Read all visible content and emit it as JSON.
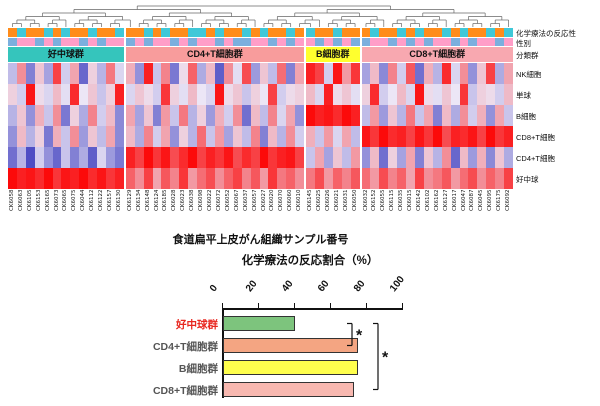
{
  "chart_data": [
    {
      "type": "heatmap",
      "xlabel": "食道扁平上皮がん組織サンプル番号",
      "rows": [
        "NK細胞",
        "単球",
        "B細胞",
        "CD8+T細胞",
        "CD4+T細胞",
        "好中球"
      ],
      "group_row_label": "分類群",
      "columns": [
        "CK6058",
        "CK6063",
        "CK6105",
        "CK6153",
        "CK6165",
        "CK6073",
        "CK6065",
        "CK6075",
        "CK6044",
        "CK6112",
        "CK6122",
        "CK6157",
        "CK6130",
        "CK6129",
        "CK6134",
        "CK6148",
        "CK6124",
        "CK6185",
        "CK6028",
        "CK6023",
        "CK6038",
        "CK6098",
        "CK6022",
        "CK6072",
        "CK6052",
        "CK6067",
        "CK6037",
        "CK6057",
        "CK6027",
        "CK6020",
        "CK6070",
        "CK6060",
        "CK6010",
        "CK6145",
        "CK6025",
        "CK6026",
        "CK6021",
        "CK6031",
        "CK6050",
        "CK6032",
        "CK6152",
        "CK6055",
        "CK6115",
        "CK6035",
        "CK6015",
        "CK6142",
        "CK6102",
        "CK6162",
        "CK6127",
        "CK6017",
        "CK6047",
        "CK6087",
        "CK6045",
        "CK6095",
        "CK6175",
        "CK6092"
      ],
      "column_groups": [
        {
          "label": "好中球群",
          "count": 13,
          "color": "#35C5BC"
        },
        {
          "label": "CD4+T細胞群",
          "count": 20,
          "color": "#F89C9C"
        },
        {
          "label": "B細胞群",
          "count": 6,
          "color": "#FFFF2E"
        },
        {
          "label": "CD8+T細胞群",
          "count": 17,
          "color": "#F8A8B0"
        }
      ],
      "annotation_rows": [
        {
          "label": "化学療法の反応性",
          "colors": [
            "#FF8C1A",
            "#3FC8D8"
          ],
          "values": [
            0,
            1,
            0,
            0,
            1,
            0,
            1,
            0,
            0,
            1,
            0,
            0,
            1,
            0,
            0,
            1,
            0,
            1,
            0,
            0,
            1,
            1,
            0,
            1,
            0,
            0,
            1,
            0,
            1,
            0,
            0,
            1,
            0,
            1,
            0,
            0,
            1,
            0,
            0,
            0,
            1,
            0,
            0,
            1,
            0,
            1,
            0,
            0,
            1,
            0,
            1,
            0,
            0,
            1,
            0,
            1
          ]
        },
        {
          "label": "性別",
          "colors": [
            "#FF9EC8",
            "#7BAFDE"
          ],
          "values": [
            1,
            0,
            0,
            1,
            0,
            1,
            0,
            0,
            1,
            0,
            1,
            0,
            0,
            1,
            0,
            1,
            0,
            0,
            1,
            0,
            1,
            0,
            0,
            1,
            0,
            1,
            1,
            0,
            0,
            1,
            0,
            1,
            0,
            0,
            1,
            0,
            1,
            0,
            1,
            1,
            0,
            0,
            1,
            0,
            1,
            0,
            1,
            0,
            0,
            1,
            0,
            1,
            0,
            0,
            1,
            0
          ]
        }
      ],
      "colorscale": {
        "low": "#3C3CBE",
        "mid": "#ECE6F6",
        "high": "#FC0A0A",
        "domain": [
          -2,
          2
        ]
      },
      "values": [
        [
          -0.5,
          0.8,
          -1.2,
          0.3,
          -0.8,
          1.5,
          -0.3,
          0.6,
          -1.5,
          0.2,
          -0.6,
          1.0,
          -0.2,
          0.5,
          -1.0,
          1.8,
          -0.4,
          0.9,
          -1.3,
          0.1,
          1.2,
          -0.7,
          0.4,
          -1.6,
          0.8,
          -0.1,
          1.4,
          -0.9,
          0.3,
          -0.5,
          1.1,
          -1.2,
          0.6,
          1.8,
          1.5,
          -0.3,
          1.9,
          0.7,
          1.6,
          -0.8,
          0.4,
          -1.1,
          0.9,
          -0.3,
          1.3,
          -1.4,
          0.5,
          -0.6,
          1.7,
          -0.2,
          0.8,
          -1.0,
          0.3,
          1.5,
          -0.7,
          0.6
        ],
        [
          0.2,
          -0.3,
          1.9,
          0.1,
          -0.2,
          0.4,
          -0.1,
          1.7,
          0.0,
          0.3,
          -0.4,
          0.2,
          1.8,
          -0.2,
          0.3,
          0.1,
          -0.3,
          1.6,
          0.2,
          -0.1,
          0.4,
          0.0,
          -0.2,
          1.9,
          0.1,
          0.3,
          -0.4,
          0.2,
          0.0,
          1.5,
          -0.3,
          0.1,
          0.2,
          0.4,
          -0.2,
          1.8,
          0.1,
          0.3,
          -0.1,
          0.2,
          1.7,
          -0.3,
          0.0,
          0.4,
          -0.2,
          1.9,
          0.1,
          -0.1,
          0.3,
          0.0,
          1.6,
          -0.4,
          0.2,
          0.1,
          -0.3,
          0.4
        ],
        [
          -0.6,
          0.3,
          -1.0,
          0.5,
          -0.4,
          0.8,
          -1.3,
          0.2,
          -0.7,
          0.9,
          -0.3,
          0.4,
          -1.1,
          0.6,
          -0.8,
          0.3,
          -1.2,
          0.7,
          -0.4,
          1.0,
          -0.6,
          0.2,
          -0.9,
          0.5,
          -0.3,
          0.8,
          -1.4,
          0.4,
          -0.5,
          0.9,
          -0.2,
          0.6,
          -1.0,
          2.0,
          1.8,
          1.9,
          1.7,
          2.0,
          1.8,
          -0.5,
          0.7,
          -0.9,
          0.3,
          -0.6,
          1.0,
          -0.4,
          0.6,
          -1.2,
          0.4,
          -0.7,
          0.8,
          -0.3,
          0.5,
          -1.0,
          0.6,
          -0.4
        ],
        [
          -1.0,
          0.4,
          -0.6,
          0.2,
          -1.3,
          0.5,
          -0.4,
          0.8,
          -0.9,
          0.3,
          -0.5,
          0.6,
          -1.1,
          0.4,
          -0.7,
          0.9,
          -0.3,
          0.6,
          -1.0,
          0.2,
          -0.6,
          1.1,
          -0.4,
          0.7,
          -0.8,
          0.3,
          -0.5,
          0.9,
          -1.2,
          0.4,
          -0.6,
          0.8,
          -0.3,
          0.5,
          -0.4,
          0.7,
          -0.2,
          0.6,
          -0.5,
          1.9,
          1.6,
          2.0,
          1.7,
          1.8,
          1.5,
          1.9,
          1.6,
          2.0,
          1.4,
          1.8,
          1.7,
          1.9,
          1.5,
          2.0,
          1.6,
          1.8
        ],
        [
          -1.4,
          -0.6,
          -1.8,
          -0.3,
          -1.0,
          -1.5,
          -0.4,
          -1.2,
          -0.7,
          -1.6,
          -0.2,
          -0.9,
          -1.3,
          1.8,
          1.5,
          2.0,
          1.6,
          1.9,
          1.4,
          1.7,
          2.0,
          1.5,
          1.8,
          1.6,
          1.9,
          1.4,
          1.7,
          1.5,
          2.0,
          1.6,
          1.8,
          1.9,
          1.5,
          -0.4,
          0.6,
          -0.8,
          0.3,
          -0.5,
          0.7,
          -1.0,
          0.4,
          -1.4,
          0.2,
          -0.8,
          0.6,
          -1.2,
          0.3,
          -0.6,
          0.8,
          -1.5,
          0.4,
          -0.9,
          0.5,
          -1.1,
          0.3,
          -0.7
        ],
        [
          2.0,
          1.8,
          1.9,
          1.7,
          2.0,
          1.6,
          1.9,
          1.8,
          2.0,
          1.7,
          1.9,
          1.6,
          1.8,
          1.2,
          0.8,
          1.5,
          0.6,
          1.3,
          0.9,
          1.6,
          0.7,
          1.1,
          1.4,
          0.8,
          1.2,
          1.5,
          0.9,
          1.3,
          0.7,
          1.6,
          1.0,
          1.2,
          0.8,
          1.0,
          1.4,
          0.7,
          1.2,
          0.9,
          1.3,
          1.1,
          0.7,
          1.4,
          0.9,
          1.2,
          0.6,
          1.5,
          0.8,
          1.0,
          1.3,
          0.7,
          1.1,
          1.4,
          0.8,
          1.2,
          0.9,
          1.5
        ]
      ]
    },
    {
      "type": "bar",
      "orientation": "horizontal",
      "title": "化学療法の反応割合（%）",
      "categories": [
        "好中球群",
        "CD4+T細胞群",
        "B細胞群",
        "CD8+T細胞群"
      ],
      "values": [
        40,
        75,
        75,
        73
      ],
      "bar_colors": [
        "#7DC47D",
        "#F4A582",
        "#FFFF4D",
        "#F8B8B0"
      ],
      "category_label_colors": [
        "#E8261F",
        "#555555",
        "#555555",
        "#555555"
      ],
      "xlim": [
        0,
        100
      ],
      "ticks": [
        0,
        20,
        40,
        60,
        80,
        100
      ],
      "significance": [
        {
          "from": 0,
          "to": 1,
          "label": "*"
        },
        {
          "from": 0,
          "to": 3,
          "label": "*"
        }
      ]
    }
  ]
}
